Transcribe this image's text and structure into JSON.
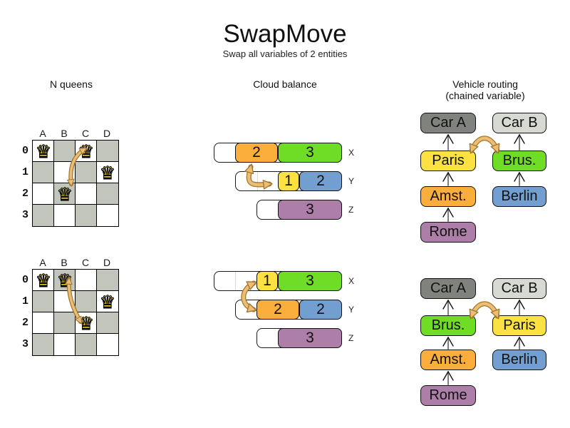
{
  "title": "SwapMove",
  "subtitle": "Swap all variables of 2 entities",
  "sections": {
    "nqueens_label": "N queens",
    "cloud_label": "Cloud balance",
    "vehicle_label_line1": "Vehicle routing",
    "vehicle_label_line2": "(chained variable)"
  },
  "nqueens": {
    "columns": [
      "A",
      "B",
      "C",
      "D"
    ],
    "rows": [
      "0",
      "1",
      "2",
      "3"
    ],
    "queen_symbol": "♛",
    "before": {
      "queen_positions": [
        "A0",
        "C0",
        "D1",
        "B2"
      ],
      "swap": "C0 ↔ B2"
    },
    "after": {
      "queen_positions": [
        "A0",
        "B0",
        "D1",
        "C2"
      ]
    }
  },
  "cloud_balance": {
    "row_labels": [
      "X",
      "Y",
      "Z"
    ],
    "before": {
      "x": [
        "2",
        "3"
      ],
      "y": [
        "1",
        "2"
      ],
      "z": [
        "3"
      ]
    },
    "after": {
      "x": [
        "1",
        "3"
      ],
      "y": [
        "2",
        "2"
      ],
      "z": [
        "3"
      ]
    }
  },
  "vehicle_routing": {
    "before": {
      "chain_a": [
        "Car A",
        "Paris",
        "Amst.",
        "Rome"
      ],
      "chain_b": [
        "Car B",
        "Brus.",
        "Berlin"
      ]
    },
    "after": {
      "chain_a": [
        "Car A",
        "Brus.",
        "Amst.",
        "Rome"
      ],
      "chain_b": [
        "Car B",
        "Paris",
        "Berlin"
      ]
    }
  },
  "colors": {
    "orange": "#FBAE3C",
    "green": "#6FDC26",
    "yellow": "#FBE141",
    "blue": "#729FCF",
    "purple": "#AD7FA8",
    "car_a_gray": "#80837D",
    "car_b_gray": "#D6DAD2",
    "board_dark_cell": "#C1C5BC",
    "swap_arrow_fill": "#EBBE76",
    "swap_arrow_outline": "#A3752B",
    "queen_gold": "#FFDE24"
  }
}
